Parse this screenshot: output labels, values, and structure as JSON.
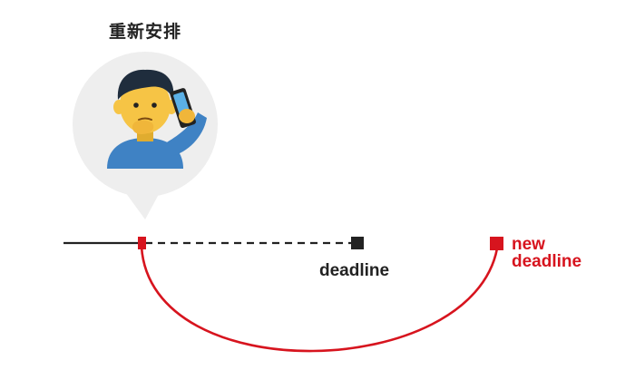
{
  "heading": "重新安排",
  "labels": {
    "deadline": "deadline",
    "new_deadline_line1": "new",
    "new_deadline_line2": "deadline"
  },
  "icons": {
    "speech_bubble": "speech-bubble-icon",
    "person": "person-on-phone-icon"
  },
  "colors": {
    "timeline": "#222222",
    "accent": "#d7141e",
    "bubble": "#eeeeee",
    "skin": "#f6c445",
    "hair": "#1f2d3d",
    "shirt": "#3f82c4",
    "phone": "#222222",
    "phone_screen": "#5bb0e6"
  }
}
